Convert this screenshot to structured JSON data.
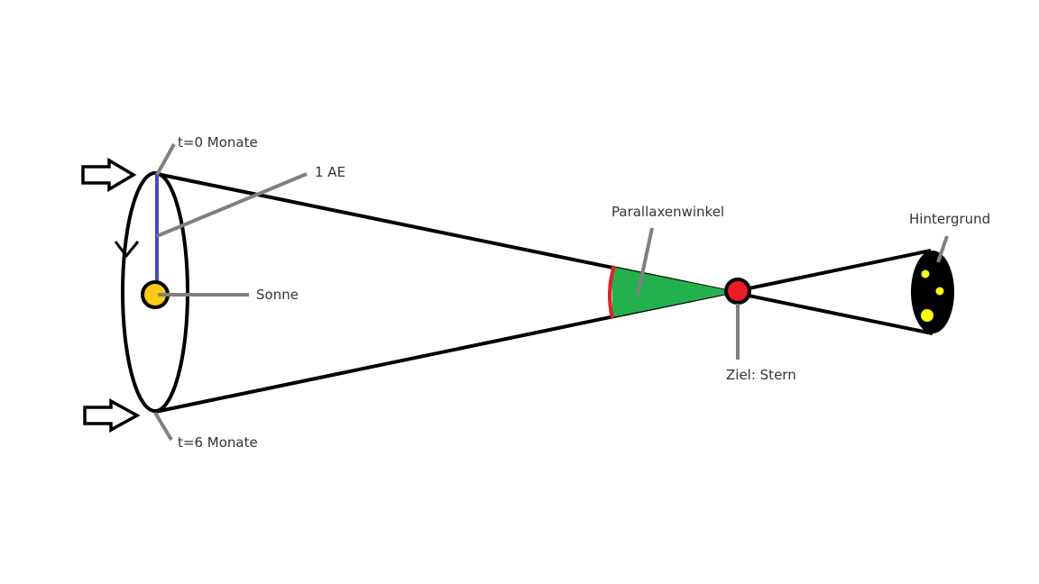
{
  "labels": {
    "t0": "t=0 Monate",
    "au": "1 AE",
    "sun": "Sonne",
    "t6": "t=6 Monate",
    "parallax": "Parallaxenwinkel",
    "background": "Hintergrund",
    "target": "Ziel: Stern"
  },
  "colors": {
    "line": "#000000",
    "leader": "#808080",
    "radius": "#3f48cc",
    "sun": "#ffc90e",
    "star": "#ed1c24",
    "angle_fill": "#22b14c",
    "angle_arc": "#ed1c24",
    "background_stars": "#ffff00"
  }
}
